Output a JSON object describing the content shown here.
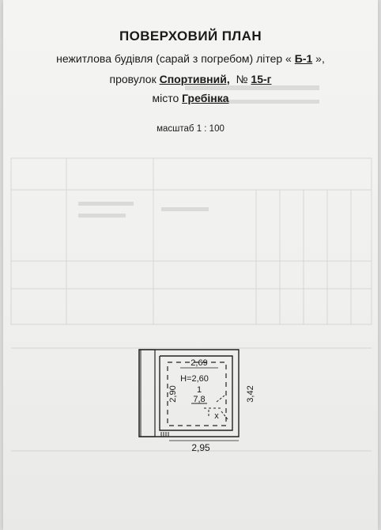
{
  "document": {
    "title": "ПОВЕРХОВИЙ ПЛАН",
    "line1": {
      "prefix": "нежитлова будівля (сарай з погребом)  літер «",
      "letter": "Б-1",
      "suffix": "»,"
    },
    "line2": {
      "prefix": "провулок",
      "street": "Спортивний,",
      "number_label": "№",
      "number": "15-г"
    },
    "line3": {
      "prefix": "місто",
      "city": "Гребінка"
    },
    "scale": "масштаб 1 : 100"
  },
  "plan": {
    "inner_width": "2,69",
    "height": "H=2,60",
    "room_number": "1",
    "area": "7,8",
    "inner_length": "2,90",
    "outer_length": "3,42",
    "outer_width": "2,95",
    "cellar_mark": "x"
  }
}
